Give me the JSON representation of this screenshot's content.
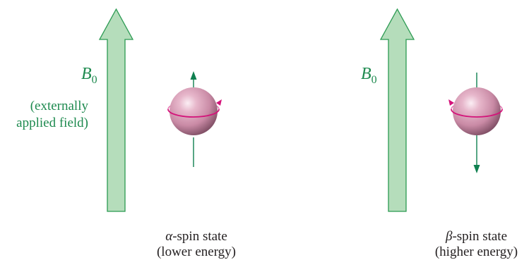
{
  "field_label": {
    "symbol": "B",
    "subscript": "0"
  },
  "field_note": {
    "line1": "(externally",
    "line2": "applied field)"
  },
  "states": [
    {
      "greek": "α",
      "name": "-spin state",
      "energy": "(lower energy)"
    },
    {
      "greek": "β",
      "name": "-spin state",
      "energy": "(higher energy)"
    }
  ],
  "colors": {
    "field_arrow_fill": "#b5ddbb",
    "field_arrow_stroke": "#2b9a52",
    "label_green": "#1e8a4f",
    "sphere": "#d59ab3",
    "spin_loop": "#d4137a",
    "spin_axis": "#0f8050",
    "caption": "#231f20"
  }
}
